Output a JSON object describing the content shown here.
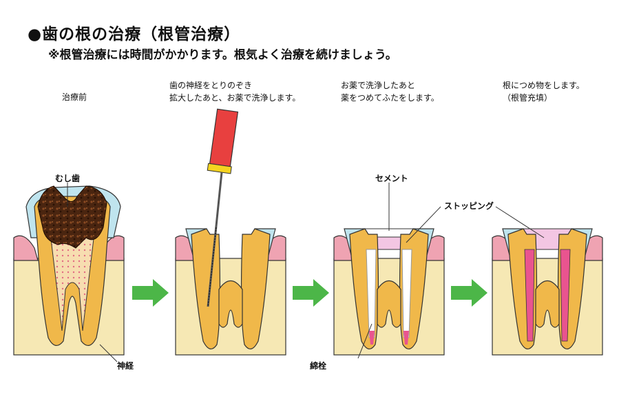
{
  "title": "●歯の根の治療（根管治療）",
  "subtitle": "※根管治療には時間がかかります。根気よく治療を続けましょう。",
  "steps": [
    {
      "caption_lines": [
        "治療前"
      ]
    },
    {
      "caption_lines": [
        "歯の神経をとりのぞき",
        "拡大したあと、お薬で洗浄します。"
      ]
    },
    {
      "caption_lines": [
        "お薬で洗浄したあと",
        "薬をつめてふたをします。"
      ]
    },
    {
      "caption_lines": [
        "根につめ物をします。",
        "（根管充填）"
      ]
    }
  ],
  "labels": {
    "caries": "むし歯",
    "nerve": "神経",
    "cement": "セメント",
    "stopping": "ストッピング",
    "cotton_plug": "綿栓"
  },
  "colors": {
    "bone": "#f6e8b4",
    "gum": "#efa3b2",
    "enamel": "#bfe4ee",
    "dentin": "#f0b84a",
    "pulp": "#f7ddb0",
    "caries": "#4a2510",
    "file_handle": "#e8403f",
    "arrow": "#4cb648",
    "filling": "#e9548f",
    "stopping": "#f3c6e3"
  }
}
